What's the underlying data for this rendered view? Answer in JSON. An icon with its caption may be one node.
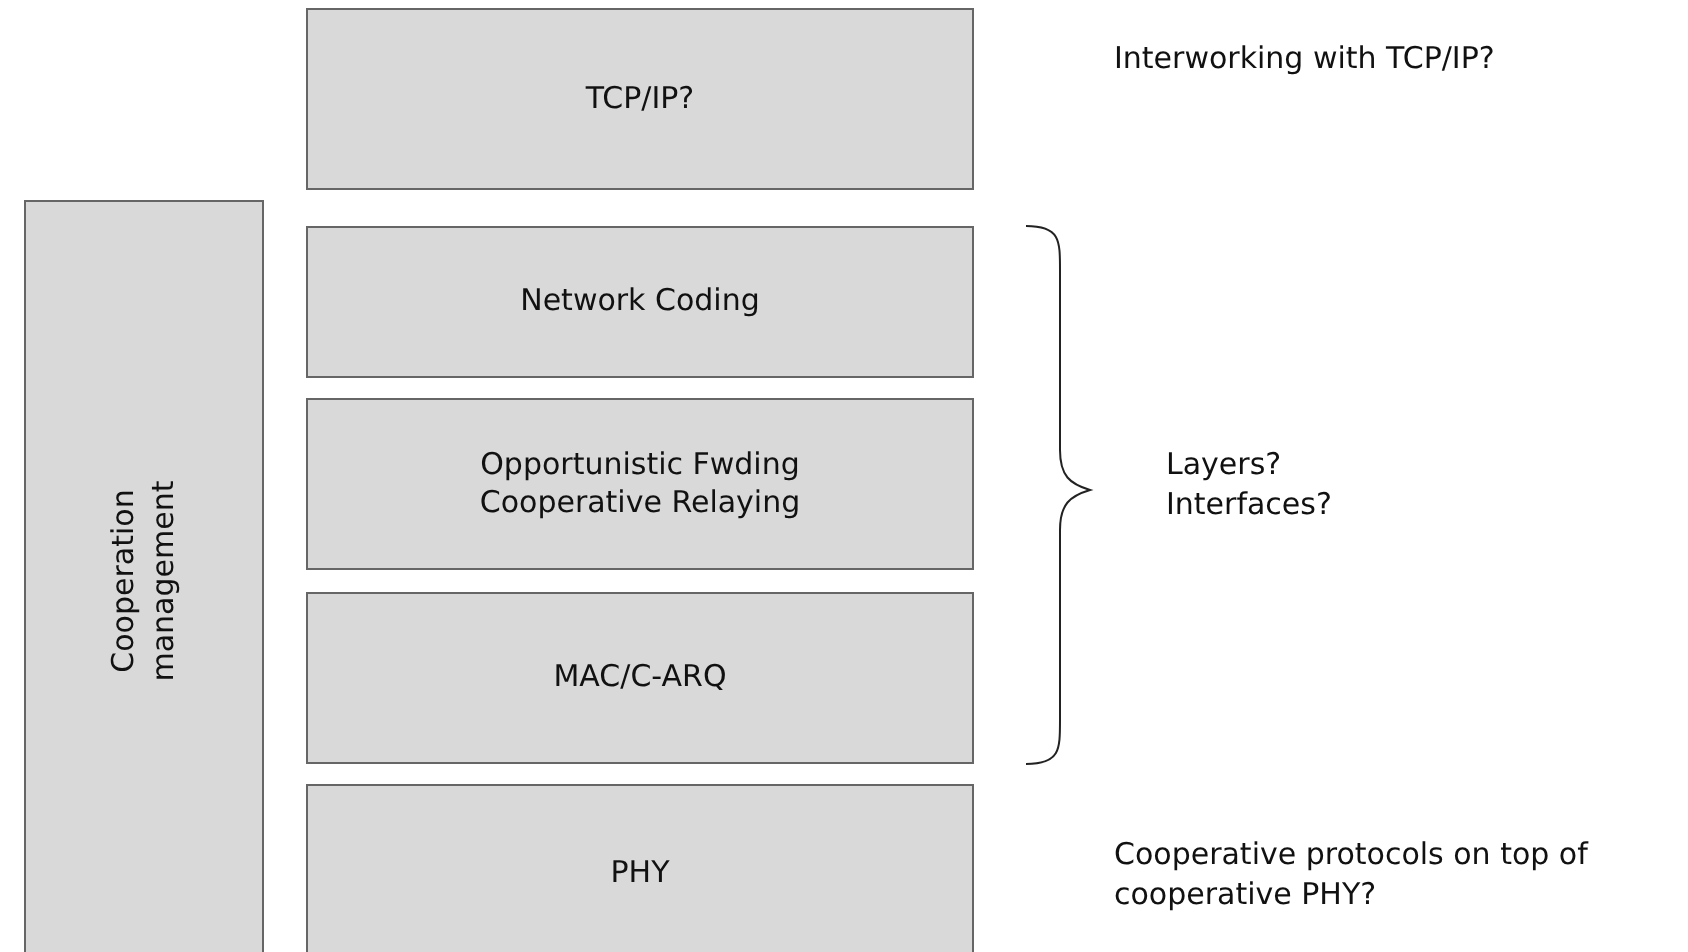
{
  "diagram": {
    "nodes": [
      {
        "text": [
          "TCP/IP?"
        ]
      },
      {
        "text": [
          "Cooperation management"
        ]
      },
      {
        "text": [
          "Network Coding"
        ]
      },
      {
        "text": [
          "Opportunistic Fwding Cooperative Relaying"
        ]
      },
      {
        "text": [
          "MAC/C-ARQ"
        ]
      },
      {
        "text": [
          "PHY"
        ]
      }
    ],
    "labels": [
      "Interworking with TCP/IP?",
      "Layers? Interfaces?",
      "Cooperative protocols on top of cooperative PHY?"
    ]
  }
}
